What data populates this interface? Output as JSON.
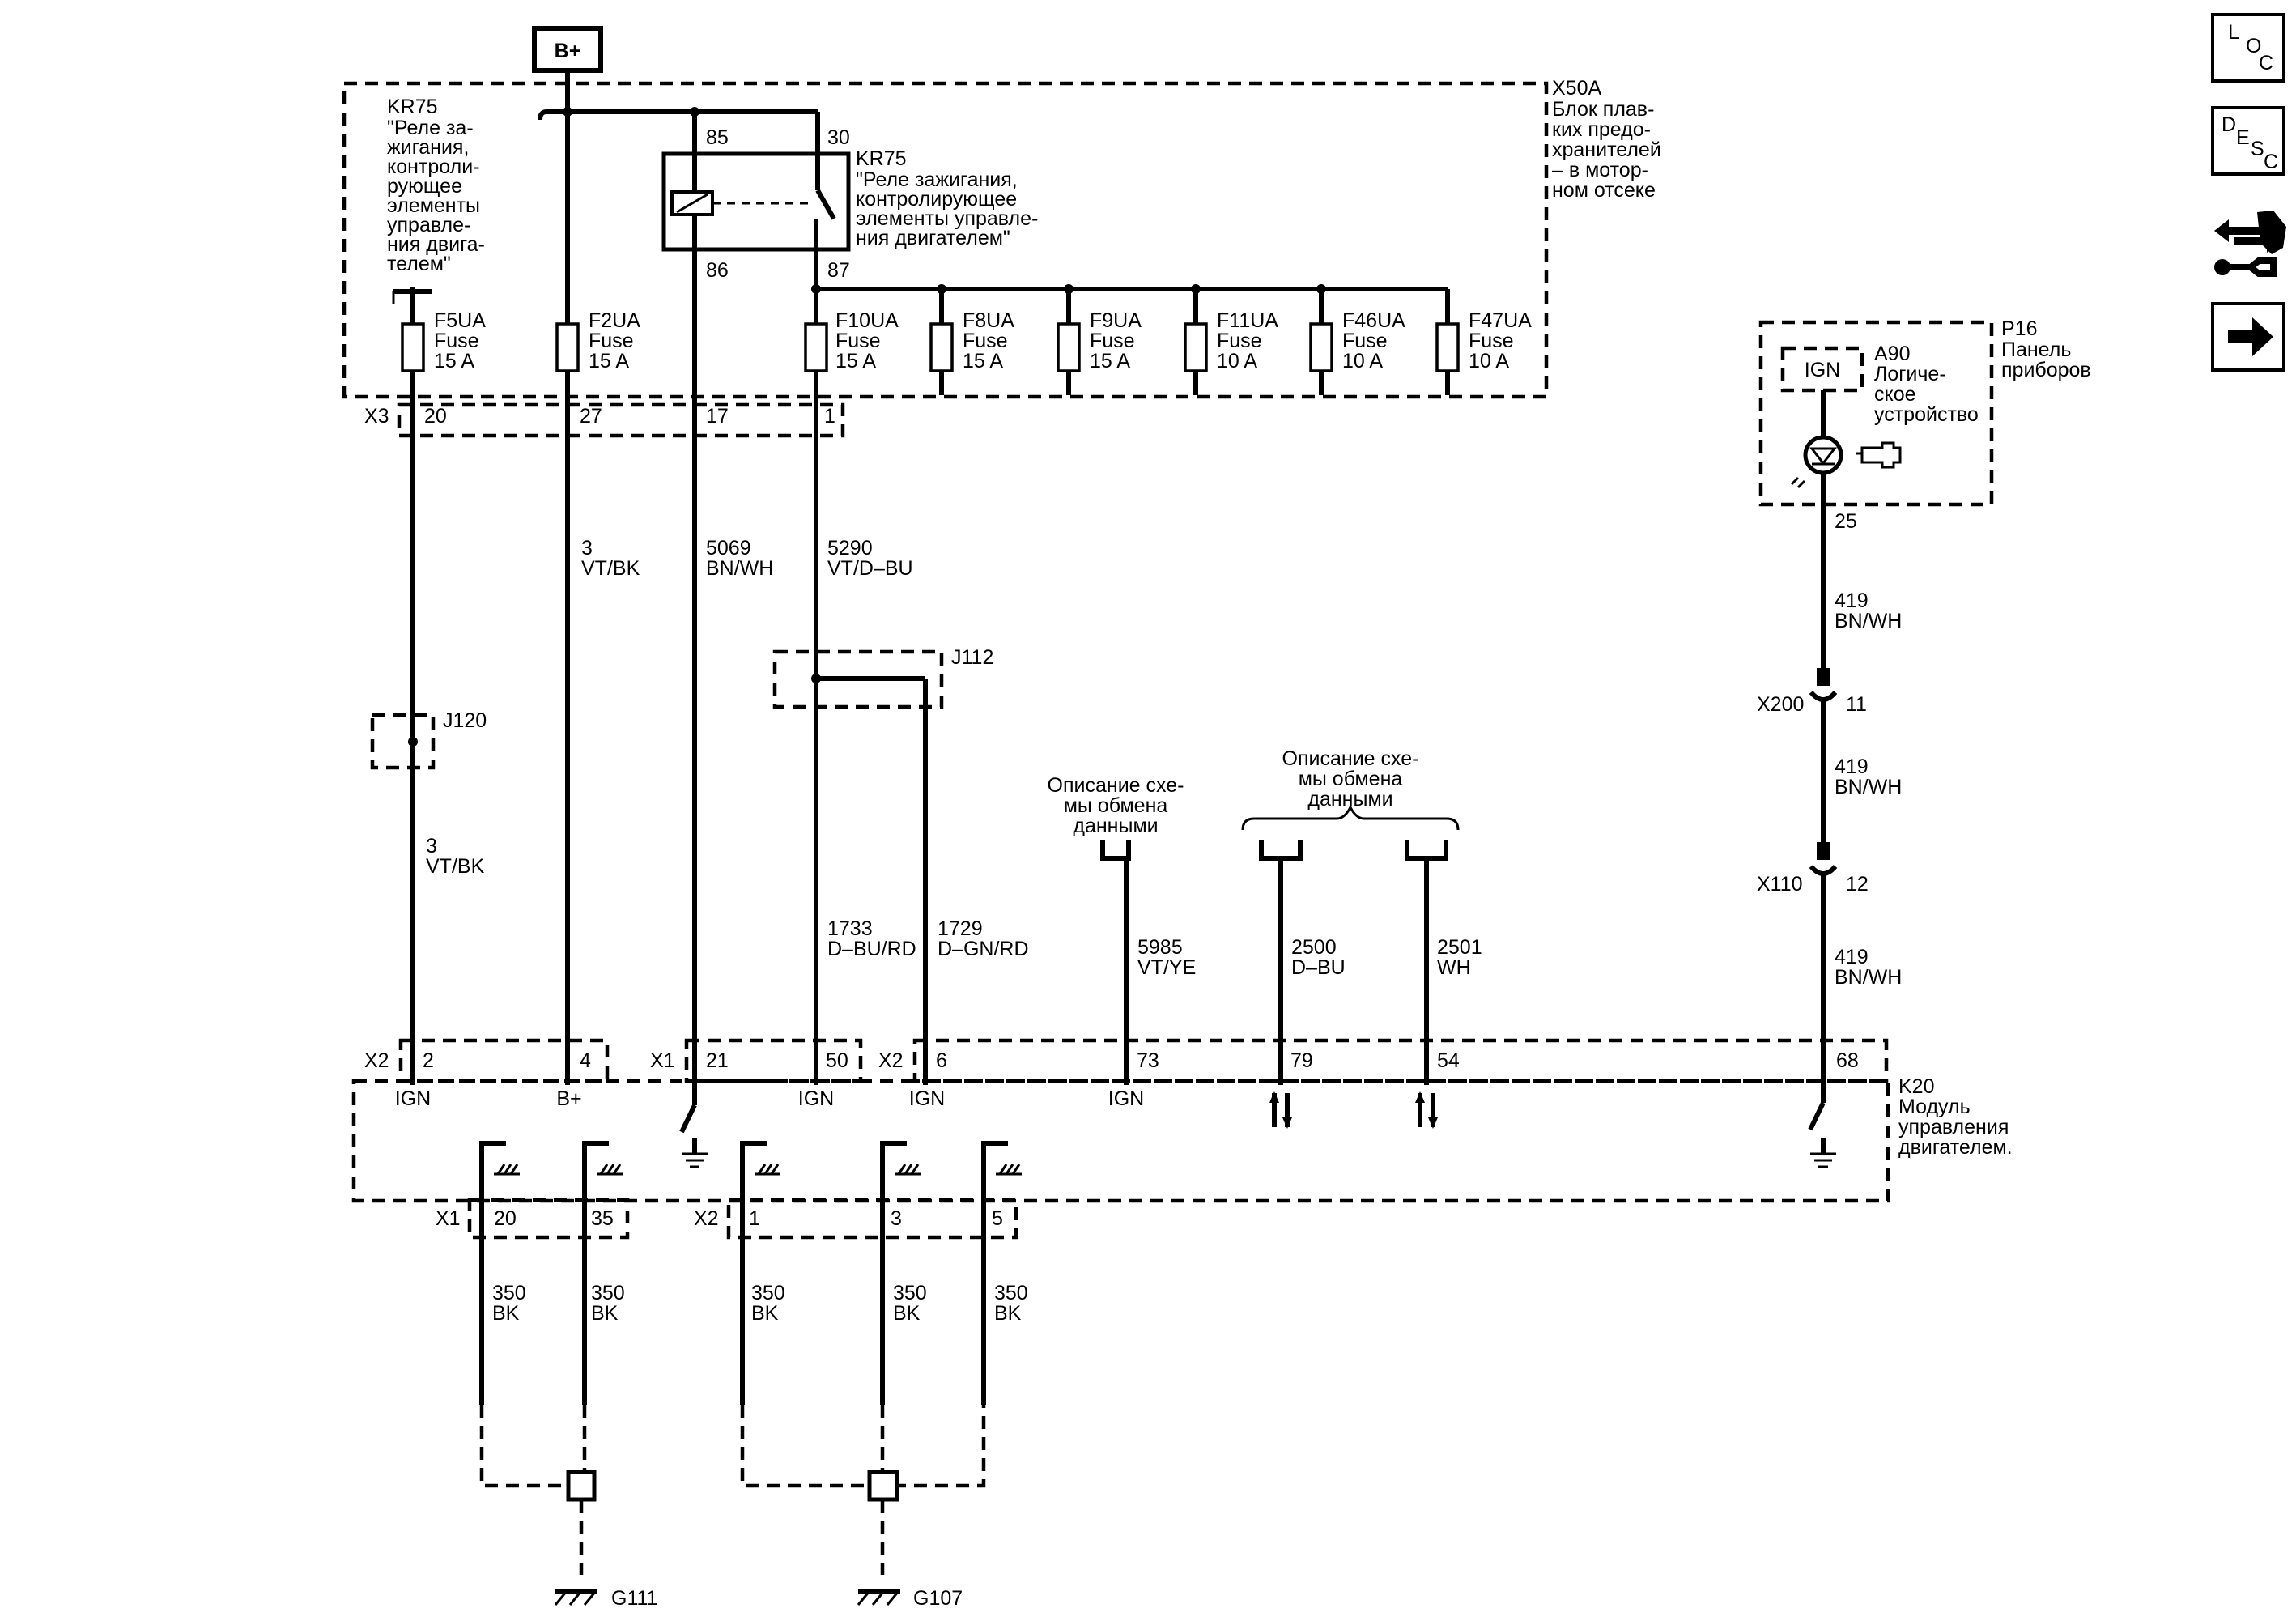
{
  "supply": {
    "label": "B+"
  },
  "block_x50a": {
    "ref": "X50A",
    "desc": [
      "Блок плав-",
      "ких предо-",
      "хранителей",
      "– в мотор-",
      "ном отсеке"
    ]
  },
  "relay_left": {
    "ref": "KR75",
    "desc": [
      "\"Реле за-",
      "жигания,",
      "контроли-",
      "рующее",
      "элементы",
      "управле-",
      "ния двига-",
      "телем\""
    ]
  },
  "relay_main": {
    "ref": "KR75",
    "desc": [
      "\"Реле зажигания,",
      "контролирующее",
      "элементы управле-",
      "ния двигателем\""
    ],
    "pin85": "85",
    "pin30": "30",
    "pin86": "86",
    "pin87": "87"
  },
  "fuses": [
    {
      "id": "f5ua",
      "ref": "F5UA",
      "type": "Fuse",
      "rating": "15 A"
    },
    {
      "id": "f2ua",
      "ref": "F2UA",
      "type": "Fuse",
      "rating": "15 A"
    },
    {
      "id": "f10ua",
      "ref": "F10UA",
      "type": "Fuse",
      "rating": "15 A"
    },
    {
      "id": "f8ua",
      "ref": "F8UA",
      "type": "Fuse",
      "rating": "15 A"
    },
    {
      "id": "f9ua",
      "ref": "F9UA",
      "type": "Fuse",
      "rating": "15 A"
    },
    {
      "id": "f11ua",
      "ref": "F11UA",
      "type": "Fuse",
      "rating": "10 A"
    },
    {
      "id": "f46ua",
      "ref": "F46UA",
      "type": "Fuse",
      "rating": "10 A"
    },
    {
      "id": "f47ua",
      "ref": "F47UA",
      "type": "Fuse",
      "rating": "10 A"
    }
  ],
  "connector_x3": {
    "ref": "X3",
    "pins": [
      "20",
      "27",
      "17",
      "1"
    ]
  },
  "wires_upper": [
    {
      "id": "w3",
      "num": "3",
      "color": "VT/BK"
    },
    {
      "id": "w5069",
      "num": "5069",
      "color": "BN/WH"
    },
    {
      "id": "w5290",
      "num": "5290",
      "color": "VT/D–BU"
    }
  ],
  "splice_j112": "J112",
  "splice_j120": "J120",
  "wire_3_lower": {
    "num": "3",
    "color": "VT/BK"
  },
  "wire_1733": {
    "num": "1733",
    "color": "D–BU/RD"
  },
  "wire_1729": {
    "num": "1729",
    "color": "D–GN/RD"
  },
  "data_comm_left": {
    "text": [
      "Описание схе-",
      "мы обмена",
      "данными"
    ]
  },
  "data_comm_right": {
    "text": [
      "Описание схе-",
      "мы обмена",
      "данными"
    ]
  },
  "wire_5985": {
    "num": "5985",
    "color": "VT/YE"
  },
  "wire_2500": {
    "num": "2500",
    "color": "D–BU"
  },
  "wire_2501": {
    "num": "2501",
    "color": "WH"
  },
  "module_k20": {
    "ref": "K20",
    "desc": [
      "Модуль",
      "управления",
      "двигателем."
    ],
    "x2a": "X2",
    "x1a": "X1",
    "x2b": "X2",
    "pins": [
      "2",
      "4",
      "21",
      "50",
      "6",
      "73",
      "79",
      "54",
      "68"
    ],
    "pin_labels": [
      "IGN",
      "B+",
      "IGN",
      "IGN",
      "IGN"
    ],
    "x1b": "X1",
    "x2c": "X2",
    "ground_pins": [
      "20",
      "35",
      "1",
      "3",
      "5"
    ]
  },
  "ground_wires": [
    {
      "num": "350",
      "color": "BK"
    },
    {
      "num": "350",
      "color": "BK"
    },
    {
      "num": "350",
      "color": "BK"
    },
    {
      "num": "350",
      "color": "BK"
    },
    {
      "num": "350",
      "color": "BK"
    }
  ],
  "grounds": [
    "G111",
    "G107"
  ],
  "panel_p16": {
    "ref": "P16",
    "desc": [
      "Панель",
      "приборов"
    ],
    "ign": "IGN",
    "a90_ref": "A90",
    "a90_desc": [
      "Логиче-",
      "ское",
      "устройство"
    ],
    "pin": "25"
  },
  "wire_419": [
    {
      "num": "419",
      "color": "BN/WH"
    },
    {
      "num": "419",
      "color": "BN/WH"
    },
    {
      "num": "419",
      "color": "BN/WH"
    }
  ],
  "inline_connectors": [
    {
      "ref": "X200",
      "pin": "11"
    },
    {
      "ref": "X110",
      "pin": "12"
    }
  ],
  "nav": {
    "loc": [
      "L",
      "O",
      "C"
    ],
    "desc": [
      "D",
      "E",
      "S",
      "C"
    ],
    "icons": [
      "connector-swap-icon",
      "next-arrow-icon"
    ]
  }
}
